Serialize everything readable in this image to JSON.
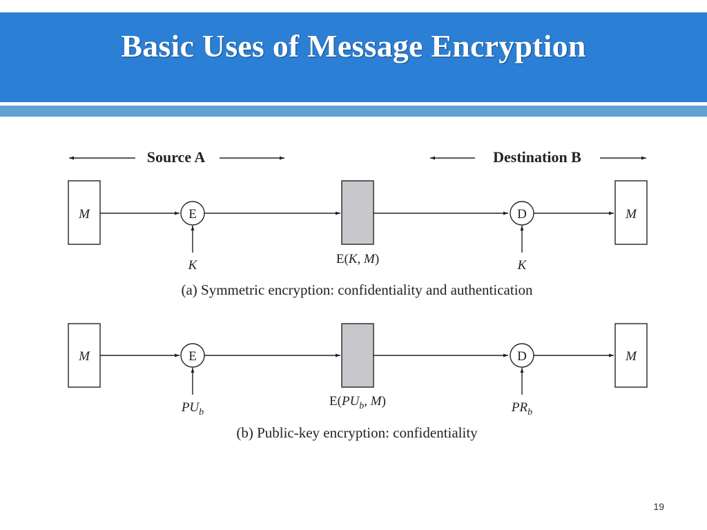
{
  "slide": {
    "title": "Basic Uses of Message Encryption",
    "page_number": "19",
    "colors": {
      "title_bar": "#2b7fd4",
      "stripe": "#62a0d4",
      "ciphertext_box": "#c8c8cc"
    }
  },
  "diagram": {
    "header": {
      "source": "Source A",
      "destination": "Destination B"
    },
    "panel_a": {
      "message_left": "M",
      "encrypt_node": "E",
      "decrypt_node": "D",
      "message_right": "M",
      "key_encrypt": "K",
      "key_decrypt": "K",
      "ciphertext": {
        "fn": "E(",
        "key": "K",
        "sep": ", ",
        "msg": "M",
        "close": ")"
      },
      "caption": "(a) Symmetric encryption: confidentiality and authentication"
    },
    "panel_b": {
      "message_left": "M",
      "encrypt_node": "E",
      "decrypt_node": "D",
      "message_right": "M",
      "key_encrypt": {
        "base": "PU",
        "sub": "b"
      },
      "key_decrypt": {
        "base": "PR",
        "sub": "b"
      },
      "ciphertext": {
        "fn": "E(",
        "key": "PU",
        "key_sub": "b",
        "sep": ", ",
        "msg": "M",
        "close": ")"
      },
      "caption": "(b) Public-key encryption: confidentiality"
    }
  }
}
